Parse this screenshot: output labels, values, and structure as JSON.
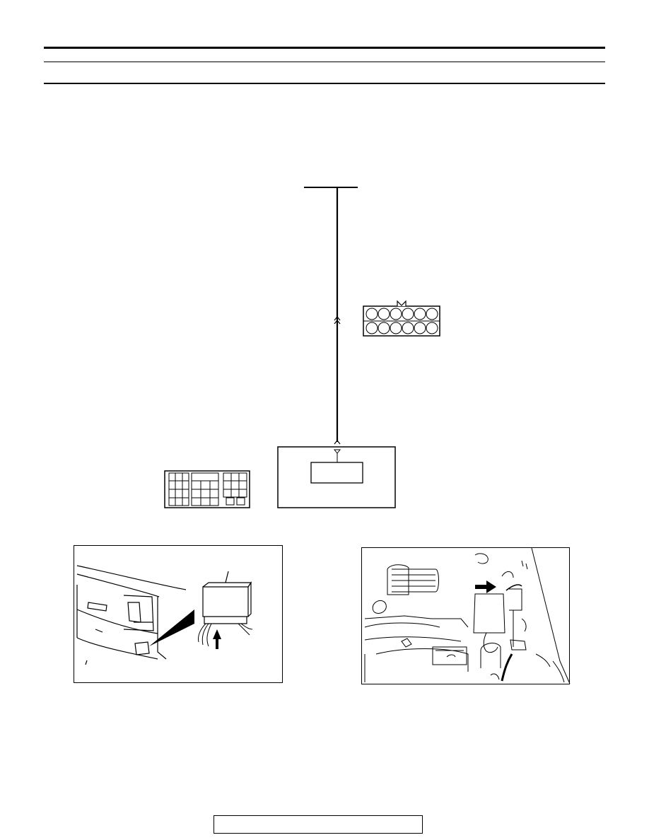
{
  "page": {
    "header_title": "",
    "footer_page_label": ""
  },
  "diagram": {
    "colors": {
      "line": "#000000",
      "background": "#ffffff"
    },
    "connectors": [
      {
        "name": "12-pin-connector",
        "rows": 2,
        "pins_per_row": 6
      },
      {
        "name": "multi-pin-ecu-connector",
        "rows": 4
      }
    ],
    "figures": [
      {
        "name": "dashboard-ecu-location"
      },
      {
        "name": "engine-compartment-connector-location"
      }
    ]
  }
}
